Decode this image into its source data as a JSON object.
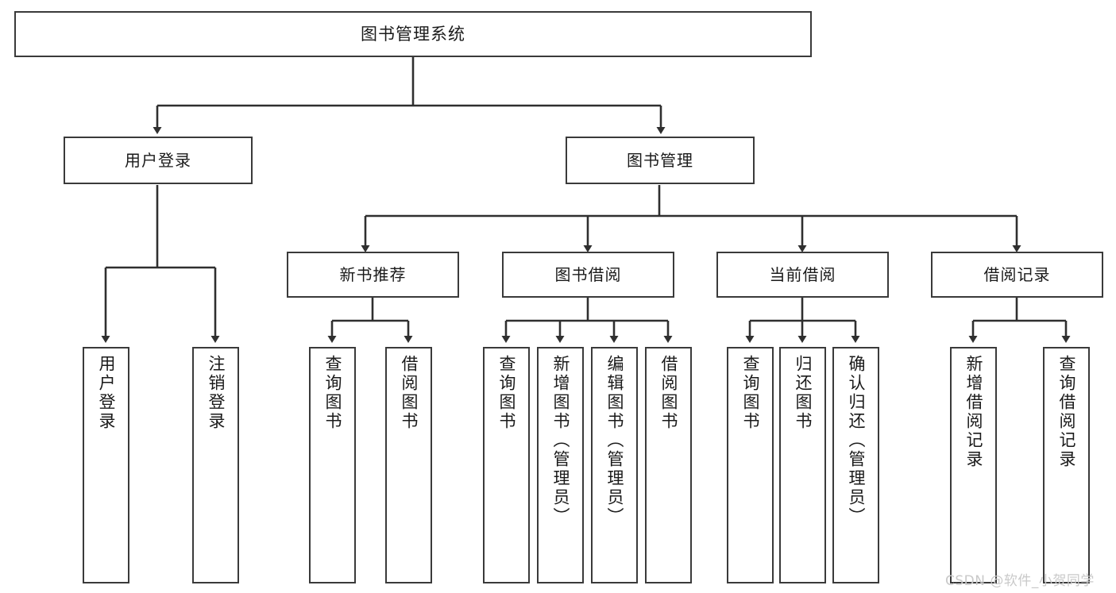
{
  "diagram": {
    "title": "图书管理系统",
    "type": "tree-hierarchy-diagram",
    "colors": {
      "box_border": "#3a3a3a",
      "box_fill": "#ffffff",
      "connector": "#2f2f2f",
      "text": "#1a1a1a",
      "watermark": "#c9c9c9",
      "background": "#ffffff"
    },
    "root": {
      "label": "图书管理系统"
    },
    "level2": [
      {
        "label": "用户登录"
      },
      {
        "label": "图书管理"
      }
    ],
    "level3": [
      {
        "label": "新书推荐"
      },
      {
        "label": "图书借阅"
      },
      {
        "label": "当前借阅"
      },
      {
        "label": "借阅记录"
      }
    ],
    "leaves": {
      "user_login": [
        {
          "label": "用户登录"
        },
        {
          "label": "注销登录"
        }
      ],
      "new_book_recommend": [
        {
          "label": "查询图书"
        },
        {
          "label": "借阅图书"
        }
      ],
      "book_borrow": [
        {
          "label": "查询图书"
        },
        {
          "label": "新增图书（管理员）"
        },
        {
          "label": "编辑图书（管理员）"
        },
        {
          "label": "借阅图书"
        }
      ],
      "current_borrow": [
        {
          "label": "查询图书"
        },
        {
          "label": "归还图书"
        },
        {
          "label": "确认归还（管理员）"
        }
      ],
      "borrow_record": [
        {
          "label": "新增借阅记录"
        },
        {
          "label": "查询借阅记录"
        }
      ]
    }
  },
  "watermark": {
    "text": "CSDN @软件_小贺同学"
  }
}
